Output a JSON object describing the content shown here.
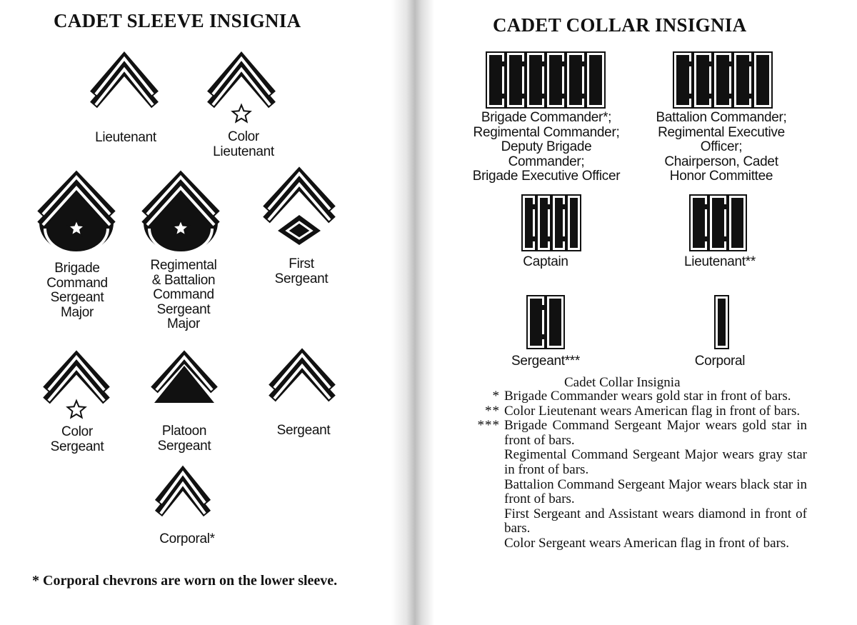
{
  "sleeve": {
    "title": "CADET SLEEVE INSIGNIA",
    "items": [
      {
        "label": "Lieutenant",
        "icon": "chevron-2-icon"
      },
      {
        "label": "Color\nLieutenant",
        "icon": "chevron-2-star-icon"
      },
      {
        "label": "Brigade\nCommand\nSergeant\nMajor",
        "icon": "chevron-rocker-star-icon"
      },
      {
        "label": "Regimental\n& Battalion\nCommand\nSergeant\nMajor",
        "icon": "chevron-rocker-star-icon"
      },
      {
        "label": "First\nSergeant",
        "icon": "chevron-diamond-icon"
      },
      {
        "label": "Color\nSergeant",
        "icon": "chevron-2-star-icon"
      },
      {
        "label": "Platoon\nSergeant",
        "icon": "chevron-filled-icon"
      },
      {
        "label": "Sergeant",
        "icon": "chevron-2-icon"
      },
      {
        "label": "Corporal*",
        "icon": "chevron-2-icon"
      }
    ],
    "footnote": "* Corporal chevrons are worn on the lower sleeve."
  },
  "collar": {
    "title": "CADET COLLAR INSIGNIA",
    "items": [
      {
        "label": "Brigade Commander*;\nRegimental Commander;\nDeputy Brigade\nCommander;\nBrigade Executive Officer",
        "bars": 6
      },
      {
        "label": "Battalion Commander;\nRegimental Executive\nOfficer;\nChairperson, Cadet\nHonor Committee",
        "bars": 5
      },
      {
        "label": "Captain",
        "bars": 4
      },
      {
        "label": "Lieutenant**",
        "bars": 3
      },
      {
        "label": "Sergeant***",
        "bars": 2
      },
      {
        "label": "Corporal",
        "bars": 1
      }
    ],
    "caption": "Cadet Collar Insignia",
    "notes": [
      {
        "marker": "*",
        "text": "Brigade Commander wears gold star in front of bars."
      },
      {
        "marker": "**",
        "text": "Color Lieutenant wears American flag in front of bars."
      },
      {
        "marker": "***",
        "text": "Brigade Command Sergeant Major wears gold star in front of bars."
      },
      {
        "marker": "",
        "text": "Regimental Command Sergeant Major wears gray star in front of bars."
      },
      {
        "marker": "",
        "text": "Battalion Command Sergeant Major wears black star in front of bars."
      },
      {
        "marker": "",
        "text": "First Sergeant and Assistant wears diamond in front of bars."
      },
      {
        "marker": "",
        "text": "Color Sergeant wears American flag in front of bars."
      }
    ]
  }
}
